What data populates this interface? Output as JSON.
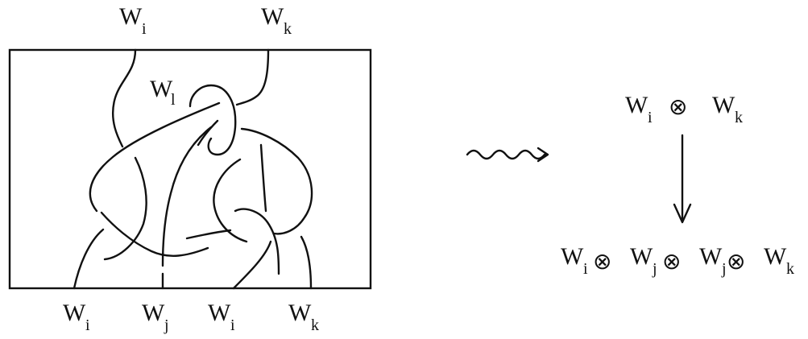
{
  "tangle": {
    "top_labels": [
      {
        "main": "W",
        "sub": "i"
      },
      {
        "main": "W",
        "sub": "k"
      }
    ],
    "inner_label": {
      "main": "W",
      "sub": "l"
    },
    "bottom_labels": [
      {
        "main": "W",
        "sub": "i"
      },
      {
        "main": "W",
        "sub": "j"
      },
      {
        "main": "W",
        "sub": "i"
      },
      {
        "main": "W",
        "sub": "k"
      }
    ]
  },
  "arrow_symbol": "squiggle-arrow-icon",
  "morphism": {
    "source": [
      {
        "main": "W",
        "sub": "i"
      },
      {
        "op": "⊗"
      },
      {
        "main": "W",
        "sub": "k"
      }
    ],
    "target": [
      {
        "main": "W",
        "sub": "i"
      },
      {
        "op": "⊗"
      },
      {
        "main": "W",
        "sub": "j"
      },
      {
        "op": "⊗"
      },
      {
        "main": "W",
        "sub": "j"
      },
      {
        "op": "⊗"
      },
      {
        "main": "W",
        "sub": "k"
      }
    ]
  }
}
